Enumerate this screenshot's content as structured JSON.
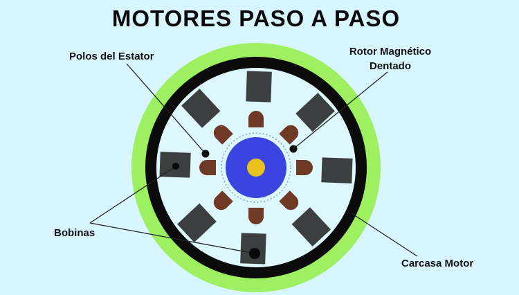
{
  "title": "MOTORES PASO A PASO",
  "labels": {
    "stator_poles": "Polos del Estator",
    "rotor_line1": "Rotor Magnético",
    "rotor_line2": "Dentado",
    "coils": "Bobinas",
    "housing": "Carcasa Motor"
  },
  "colors": {
    "background": "#d8f6ff",
    "outer_ring": "#9df05f",
    "housing": "#0b0b0b",
    "interior": "#ddf8ff",
    "coil": "#3b3f3f",
    "rotor_tooth": "#6e3a25",
    "rotor": "#3c44e0",
    "shaft": "#e8c21a",
    "leader": "#222222"
  },
  "components": {
    "stator_coil_count": 8,
    "rotor_tooth_count": 8
  }
}
